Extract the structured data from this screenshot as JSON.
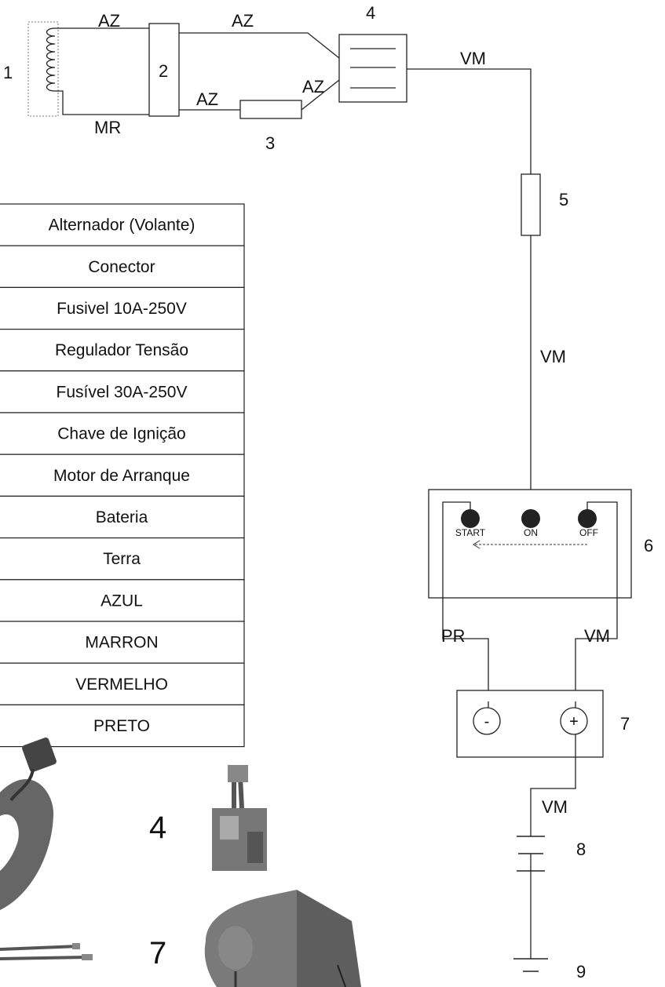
{
  "components": {
    "c1": "1",
    "c2": "2",
    "c3": "3",
    "c4": "4",
    "c5": "5",
    "c6": "6",
    "c7": "7",
    "c8": "8",
    "c9": "9"
  },
  "wires": {
    "az_top_left": "AZ",
    "az_top_mid": "AZ",
    "az_bottom_mid": "AZ",
    "az_right": "AZ",
    "mr_bottom": "MR",
    "vm_top": "VM",
    "vm_mid": "VM",
    "pr_battery": "PR",
    "vm_battery": "VM",
    "vm_lower": "VM"
  },
  "switch": {
    "start": "START",
    "on": "ON",
    "off": "OFF"
  },
  "battery_terminals": {
    "neg": "-",
    "pos": "+"
  },
  "legend": [
    "Alternador (Volante)",
    "Conector",
    "Fusivel 10A-250V",
    "Regulador Tensão",
    "Fusível 30A-250V",
    "Chave de Ignição",
    "Motor de Arranque",
    "Bateria",
    "Terra",
    "AZUL",
    "MARRON",
    "VERMELHO",
    "PRETO"
  ],
  "photo_labels": {
    "regulator": "4",
    "starter": "7"
  }
}
